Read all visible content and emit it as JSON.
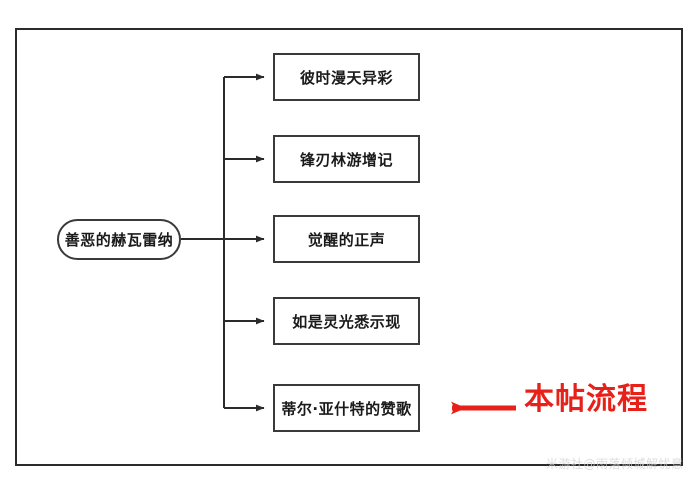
{
  "diagram": {
    "root": {
      "label": "善恶的赫瓦雷纳",
      "shape": "rounded-rectangle"
    },
    "branches": [
      {
        "label": "彼时漫天异彩"
      },
      {
        "label": "锋刃林游增记"
      },
      {
        "label": "觉醒的正声"
      },
      {
        "label": "如是灵光悉示现"
      },
      {
        "label": "蒂尔·亚什特的赞歌"
      }
    ],
    "annotation": {
      "text": "本帖流程",
      "color": "#e8201a",
      "arrow_direction": "left",
      "points_to": "蒂尔·亚什特的赞歌"
    },
    "colors": {
      "line": "#2b2b2b",
      "box_border": "#3a3a3a",
      "text": "#1a1a1a",
      "accent_red": "#e8201a",
      "background": "#ffffff",
      "watermark": "#cfcfcf"
    }
  },
  "watermark": {
    "text": "米游社@雨落倾城解忧意"
  }
}
